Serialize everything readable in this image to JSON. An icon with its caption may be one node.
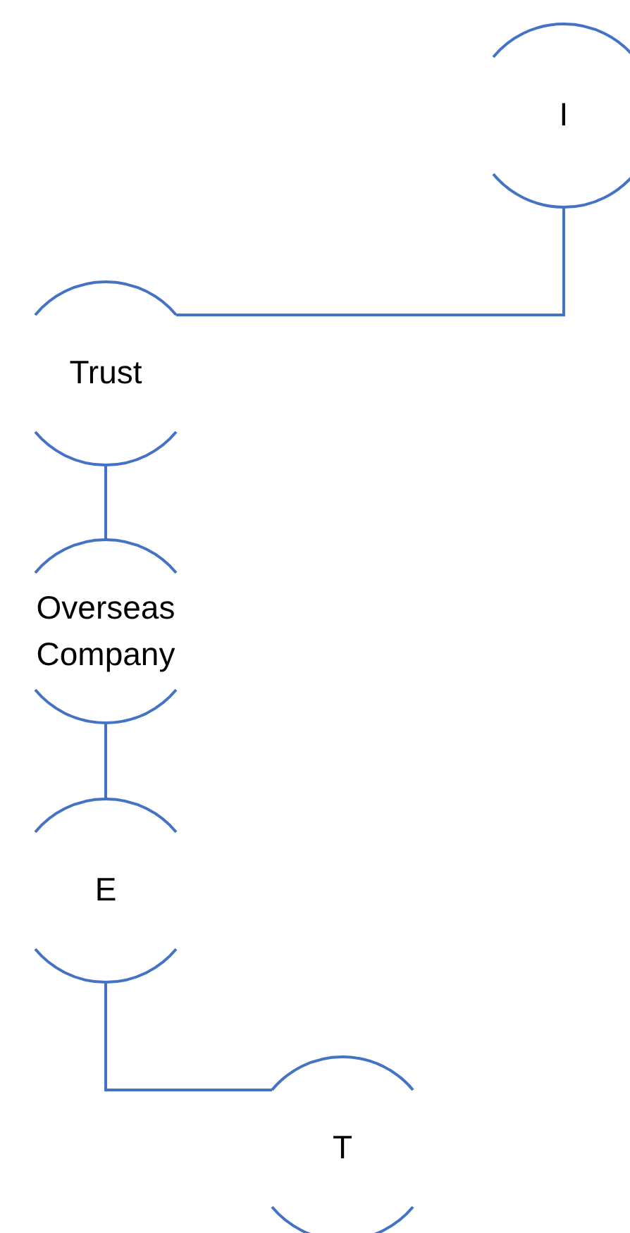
{
  "diagram": {
    "nodes": [
      {
        "text": [
          "I"
        ]
      },
      {
        "text": [
          "Trust"
        ]
      },
      {
        "text": [
          "Overseas Company"
        ]
      },
      {
        "text": [
          "E"
        ]
      },
      {
        "text": [
          "T"
        ]
      }
    ],
    "edges": [
      {
        "from": 0,
        "to": 1,
        "arrow": "none"
      },
      {
        "from": 1,
        "to": 2,
        "arrow": "none"
      },
      {
        "from": 2,
        "to": 3,
        "arrow": "none"
      },
      {
        "from": 3,
        "to": 4,
        "arrow": "none"
      }
    ]
  }
}
